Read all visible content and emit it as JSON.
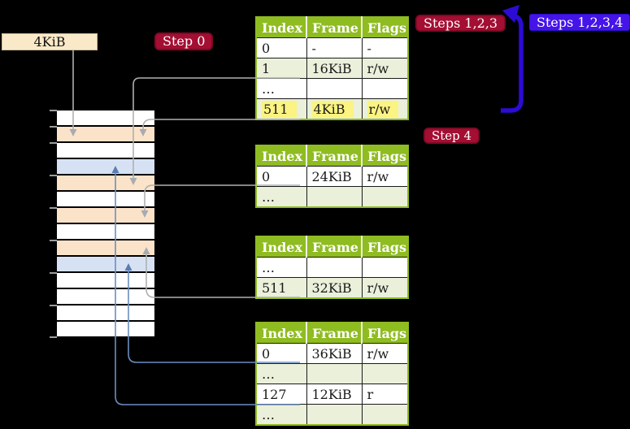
{
  "badges": {
    "page_size": "4KiB",
    "step0": "Step 0",
    "steps123": "Steps 1,2,3",
    "steps1234": "Steps 1,2,3,4",
    "step4": "Step 4"
  },
  "page_tables": [
    {
      "name": "page-table-1",
      "headers": [
        "Index",
        "Frame",
        "Flags"
      ],
      "rows": [
        {
          "cells": [
            "0",
            "-",
            "-"
          ],
          "shaded": false,
          "highlighted": false
        },
        {
          "cells": [
            "1",
            "16KiB",
            "r/w"
          ],
          "shaded": true,
          "highlighted": false
        },
        {
          "cells": [
            "…",
            "",
            ""
          ],
          "shaded": false,
          "highlighted": false
        },
        {
          "cells": [
            "511",
            "4KiB",
            "r/w"
          ],
          "shaded": true,
          "highlighted": true
        }
      ]
    },
    {
      "name": "page-table-2",
      "headers": [
        "Index",
        "Frame",
        "Flags"
      ],
      "rows": [
        {
          "cells": [
            "0",
            "24KiB",
            "r/w"
          ],
          "shaded": false,
          "highlighted": false
        },
        {
          "cells": [
            "…",
            "",
            ""
          ],
          "shaded": true,
          "highlighted": false
        }
      ]
    },
    {
      "name": "page-table-3",
      "headers": [
        "Index",
        "Frame",
        "Flags"
      ],
      "rows": [
        {
          "cells": [
            "…",
            "",
            ""
          ],
          "shaded": false,
          "highlighted": false
        },
        {
          "cells": [
            "511",
            "32KiB",
            "r/w"
          ],
          "shaded": true,
          "highlighted": false
        }
      ]
    },
    {
      "name": "page-table-4",
      "headers": [
        "Index",
        "Frame",
        "Flags"
      ],
      "rows": [
        {
          "cells": [
            "0",
            "36KiB",
            "r/w"
          ],
          "shaded": false,
          "highlighted": false
        },
        {
          "cells": [
            "…",
            "",
            ""
          ],
          "shaded": true,
          "highlighted": false
        },
        {
          "cells": [
            "127",
            "12KiB",
            "r"
          ],
          "shaded": false,
          "highlighted": false
        },
        {
          "cells": [
            "…",
            "",
            ""
          ],
          "shaded": true,
          "highlighted": false
        }
      ]
    }
  ],
  "memory_stack": {
    "rows": [
      "white",
      "orange",
      "white",
      "blue",
      "orange",
      "white",
      "orange",
      "white",
      "orange",
      "blue",
      "white",
      "white",
      "white",
      "white"
    ]
  },
  "connectors": [
    {
      "from": "page-box-4kib",
      "to": "stack-row-2",
      "color": "gray"
    },
    {
      "from": "page-table-1-row-1",
      "to": "stack-row-5",
      "color": "gray"
    },
    {
      "from": "page-table-1-row-511",
      "to": "stack-row-2",
      "color": "gray"
    },
    {
      "from": "page-table-2-row-0",
      "to": "stack-row-7",
      "color": "gray"
    },
    {
      "from": "page-table-3-row-511",
      "to": "stack-row-9",
      "color": "gray"
    },
    {
      "from": "page-table-4-row-0",
      "to": "stack-row-10",
      "color": "blue"
    },
    {
      "from": "page-table-4-row-127",
      "to": "stack-row-4",
      "color": "blue"
    }
  ],
  "colors": {
    "background": "#000000",
    "table_header_green": "#8fbc21",
    "table_shaded_row": "#eaf0da",
    "stack_orange": "#fbe3c9",
    "stack_blue": "#d6e2f4",
    "page_box_cream": "#fae9c8",
    "badge_red": "#a40e33",
    "badge_violet": "#4514e9",
    "highlight_yellow": "#fbf382",
    "connector_gray": "#b0b0b0",
    "connector_blue": "#6c8ebf",
    "big_arrow_blue": "#2d0bd5"
  }
}
